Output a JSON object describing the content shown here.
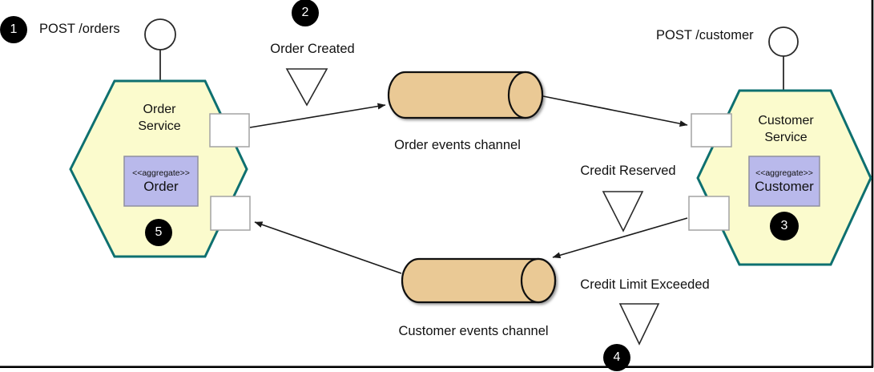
{
  "colors": {
    "hexagon_fill": "#FBFBCD",
    "hexagon_stroke": "#0E7070",
    "aggregate_fill": "#B9B9EB",
    "aggregate_stroke": "#8F8FA0",
    "cylinder_fill": "#EAC995",
    "port_fill": "#FFFFFF",
    "port_stroke": "#A3A3A3",
    "line_color": "#1A1A1A",
    "badge_fill": "#000000",
    "badge_text": "#FFFFFF",
    "frame_color": "#000000"
  },
  "badges": {
    "b1": "1",
    "b2": "2",
    "b3": "3",
    "b4": "4",
    "b5": "5"
  },
  "labels": {
    "post_orders": "POST /orders",
    "post_customer": "POST /customer",
    "order_created": "Order Created",
    "credit_reserved": "Credit Reserved",
    "credit_limit_exceeded": "Credit Limit Exceeded"
  },
  "services": {
    "order": {
      "name_line1": "Order",
      "name_line2": "Service",
      "stereotype": "<<aggregate>>",
      "aggregate": "Order"
    },
    "customer": {
      "name_line1": "Customer",
      "name_line2": "Service",
      "stereotype": "<<aggregate>>",
      "aggregate": "Customer"
    }
  },
  "channels": {
    "order": {
      "label": "Order events channel"
    },
    "customer": {
      "label": "Customer events channel"
    }
  }
}
